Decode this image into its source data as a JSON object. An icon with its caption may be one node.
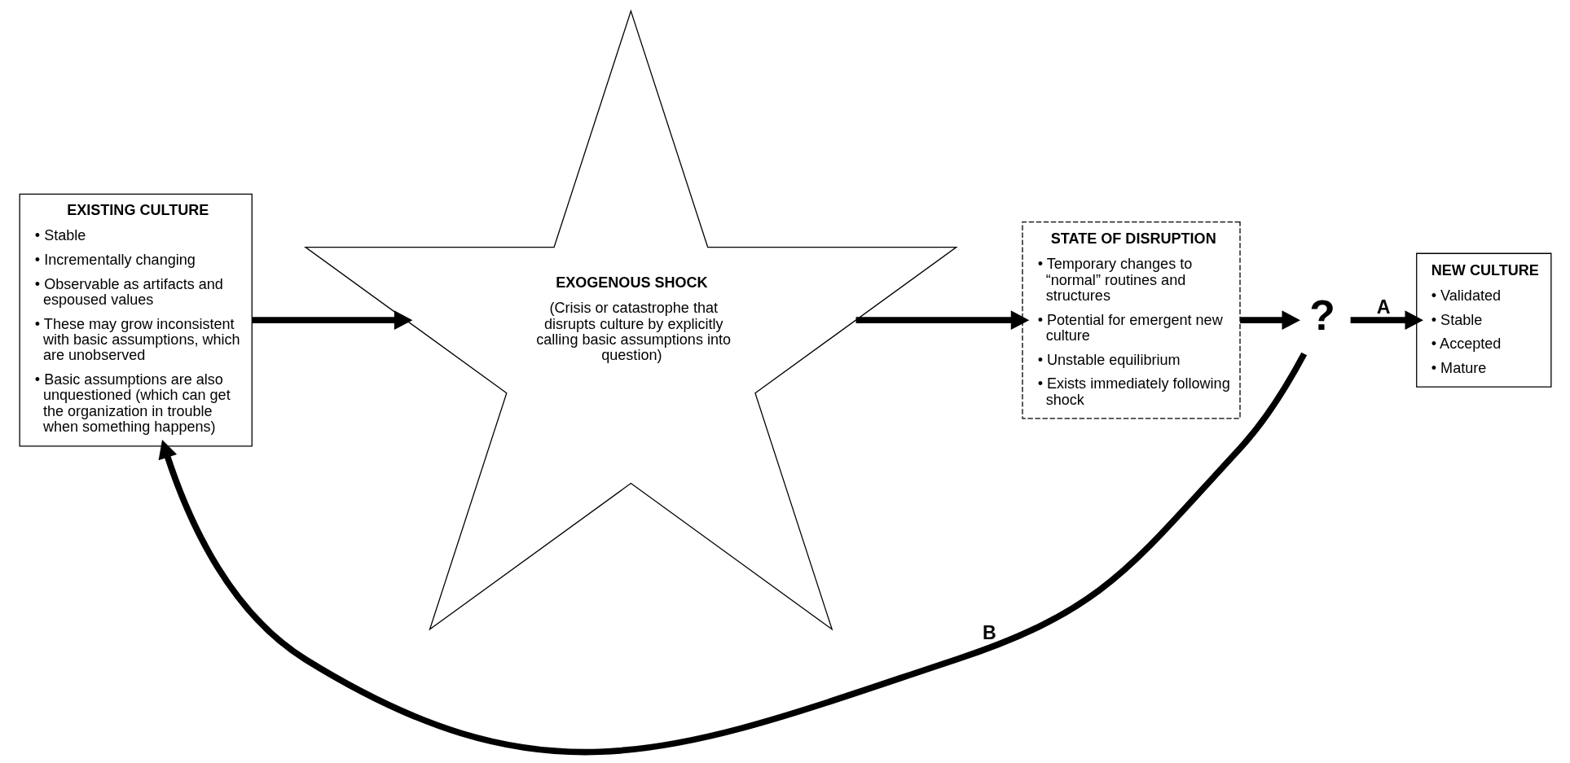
{
  "diagram": {
    "nodes": [
      {
        "text": [
          "EXISTING CULTURE",
          "• Stable",
          "• Incrementally changing",
          "• Observable as artifacts and espoused values",
          "• These may grow inconsistent with basic assumptions, which are unobserved",
          "• Basic assumptions are also unquestioned (which can get the organization in trouble when something happens)"
        ]
      },
      {
        "text": [
          "EXOGENOUS SHOCK",
          "(Crisis or catastrophe that disrupts culture by explicitly calling basic assumptions into question)"
        ]
      },
      {
        "text": [
          "STATE OF DISRUPTION",
          "• Temporary changes to “normal” routines and structures",
          "• Potential for emergent new culture",
          "• Unstable equilibrium",
          "• Exists immediately following shock"
        ]
      },
      {
        "text": [
          "?"
        ]
      },
      {
        "text": [
          "NEW CULTURE",
          "• Validated",
          "• Stable",
          "• Accepted",
          "• Mature"
        ]
      }
    ],
    "edges": [
      {
        "from": 0,
        "to": 1,
        "arrow": "to"
      },
      {
        "from": 1,
        "to": 2,
        "arrow": "to"
      },
      {
        "from": 2,
        "to": 3,
        "arrow": "to"
      },
      {
        "from": 3,
        "to": 4,
        "arrow": "to",
        "label": "A"
      },
      {
        "from": 3,
        "to": 0,
        "arrow": "to",
        "label": "B"
      }
    ]
  }
}
